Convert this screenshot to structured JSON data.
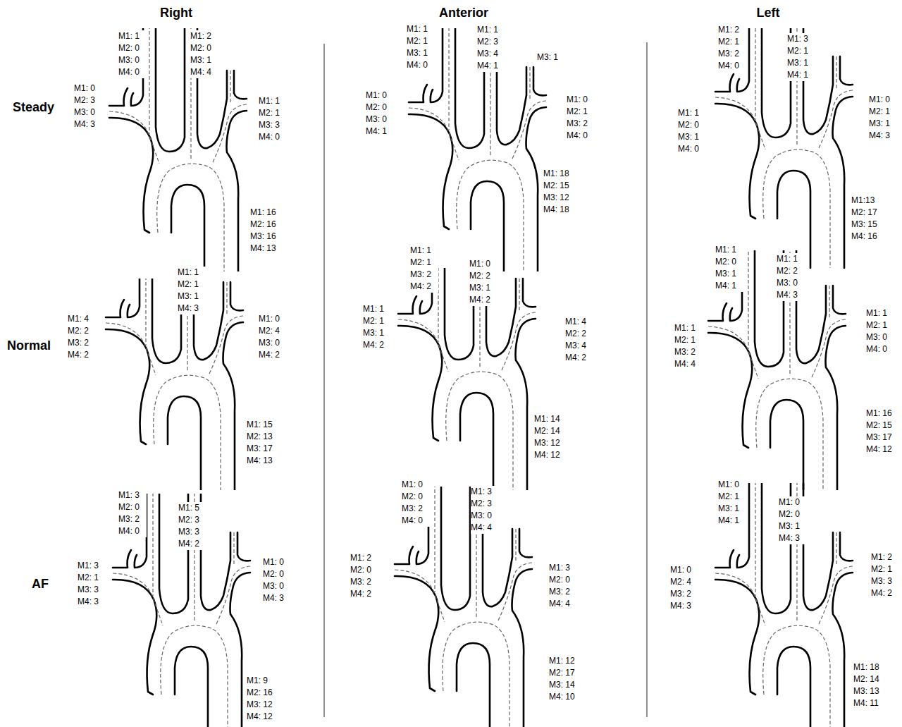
{
  "diagram": {
    "labels": [
      "Right",
      "Anterior",
      "Left",
      "Steady",
      "Normal",
      "AF",
      "M1: 1 M2: 0 M3: 0 M4: 0",
      "M1: 2 M2: 0 M3: 1 M4: 4",
      "M1: 0 M2: 3 M3: 0 M4: 3",
      "M1: 1 M2: 1 M3: 3 M4: 0",
      "M1: 16 M2: 16 M3: 16 M4: 13",
      "M1: 1 M2: 1 M3: 1 M4: 0",
      "M1: 1 M2: 3 M3: 4 M4: 1",
      "M3: 1",
      "M1: 0 M2: 0 M3: 0 M4: 1",
      "M1: 0 M2: 1 M3: 2 M4: 0",
      "M1: 18 M2: 15 M3: 12 M4: 18",
      "M1: 2 M2: 1 M3: 2 M4: 0",
      "M1: 3 M2: 1 M3: 1 M4: 1",
      "M1: 1 M2: 0 M3: 1 M4: 0",
      "M1: 0 M2: 1 M3: 1 M4: 3",
      "M1:13 M2: 17 M3: 15 M4: 16",
      "M1: 1 M2: 1 M3: 1 M4: 3",
      "M1: 4 M2: 2 M3: 2 M4: 2",
      "M1: 0 M2: 4 M3: 0 M4: 2",
      "M1: 15 M2: 13 M3: 17 M4: 13",
      "M1: 1 M2: 1 M3: 2 M4: 2",
      "M1: 0 M2: 2 M3: 1 M4: 2",
      "M1: 1 M2: 1 M3: 1 M4: 2",
      "M1: 4 M2: 2 M3: 4 M4: 2",
      "M1: 14 M2: 14 M3: 12 M4: 12",
      "M1: 1 M2: 0 M3: 1 M4: 1",
      "M1: 1 M2: 2 M3: 0 M4: 3",
      "M1: 1 M2: 1 M3: 2 M4: 4",
      "M1: 1 M2: 1 M3: 0 M4: 0",
      "M1: 16 M2: 15 M3: 17 M4: 12",
      "M1: 3 M2: 0 M3: 2 M4: 0",
      "M1: 5 M2: 3 M3: 3 M4: 2",
      "M1: 3 M2: 1 M3: 3 M4: 3",
      "M1: 0 M2: 0 M3: 0 M4: 3",
      "M1: 9 M2: 16 M3: 12 M4: 12",
      "M1: 0 M2: 0 M3: 2 M4: 0",
      "M1: 3 M2: 3 M3: 0 M4: 4",
      "M1: 2 M2: 0 M3: 2 M4: 2",
      "M1: 3 M2: 0 M3: 2 M4: 4",
      "M1: 12 M2: 17 M3: 14 M4: 10",
      "M1: 0 M2: 1 M3: 1 M4: 1",
      "M1: 0 M2: 0 M3: 1 M4: 3",
      "M1: 0 M2: 4 M3: 2 M4: 3",
      "M1: 2 M2: 1 M3: 3 M4: 2",
      "M1: 18 M2: 14 M3: 13 M4: 11"
    ]
  }
}
